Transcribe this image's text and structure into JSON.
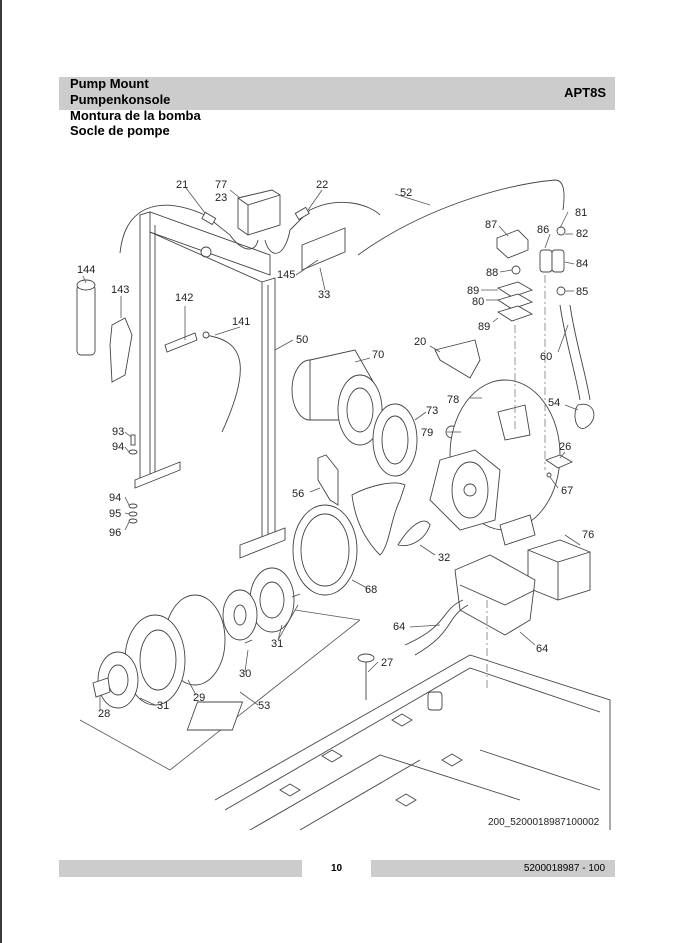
{
  "header": {
    "title_en": "Pump Mount",
    "title_de": "Pumpenkonsole",
    "title_es": "Montura de la bomba",
    "title_fr": "Socle de pompe",
    "model": "APT8S"
  },
  "drawing": {
    "drawing_id": "200_5200018987100002",
    "callouts": {
      "c21": "21",
      "c77": "77",
      "c23": "23",
      "c22": "22",
      "c52": "52",
      "c81": "81",
      "c87": "87",
      "c86": "86",
      "c82": "82",
      "c84": "84",
      "c88": "88",
      "c89a": "89",
      "c80": "80",
      "c89b": "89",
      "c85": "85",
      "c144": "144",
      "c143": "143",
      "c142": "142",
      "c141": "141",
      "c145": "145",
      "c33": "33",
      "c50": "50",
      "c70": "70",
      "c20": "20",
      "c60": "60",
      "c78": "78",
      "c73": "73",
      "c79": "79",
      "c54": "54",
      "c26": "26",
      "c67": "67",
      "c93": "93",
      "c94a": "94",
      "c94b": "94",
      "c95": "95",
      "c96": "96",
      "c56": "56",
      "c32": "32",
      "c76": "76",
      "c68": "68",
      "c31a": "31",
      "c30": "30",
      "c64a": "64",
      "c64b": "64",
      "c27": "27",
      "c29": "29",
      "c31b": "31",
      "c28": "28",
      "c53": "53"
    }
  },
  "footer": {
    "page_number": "10",
    "document_number": "5200018987 - 100"
  }
}
